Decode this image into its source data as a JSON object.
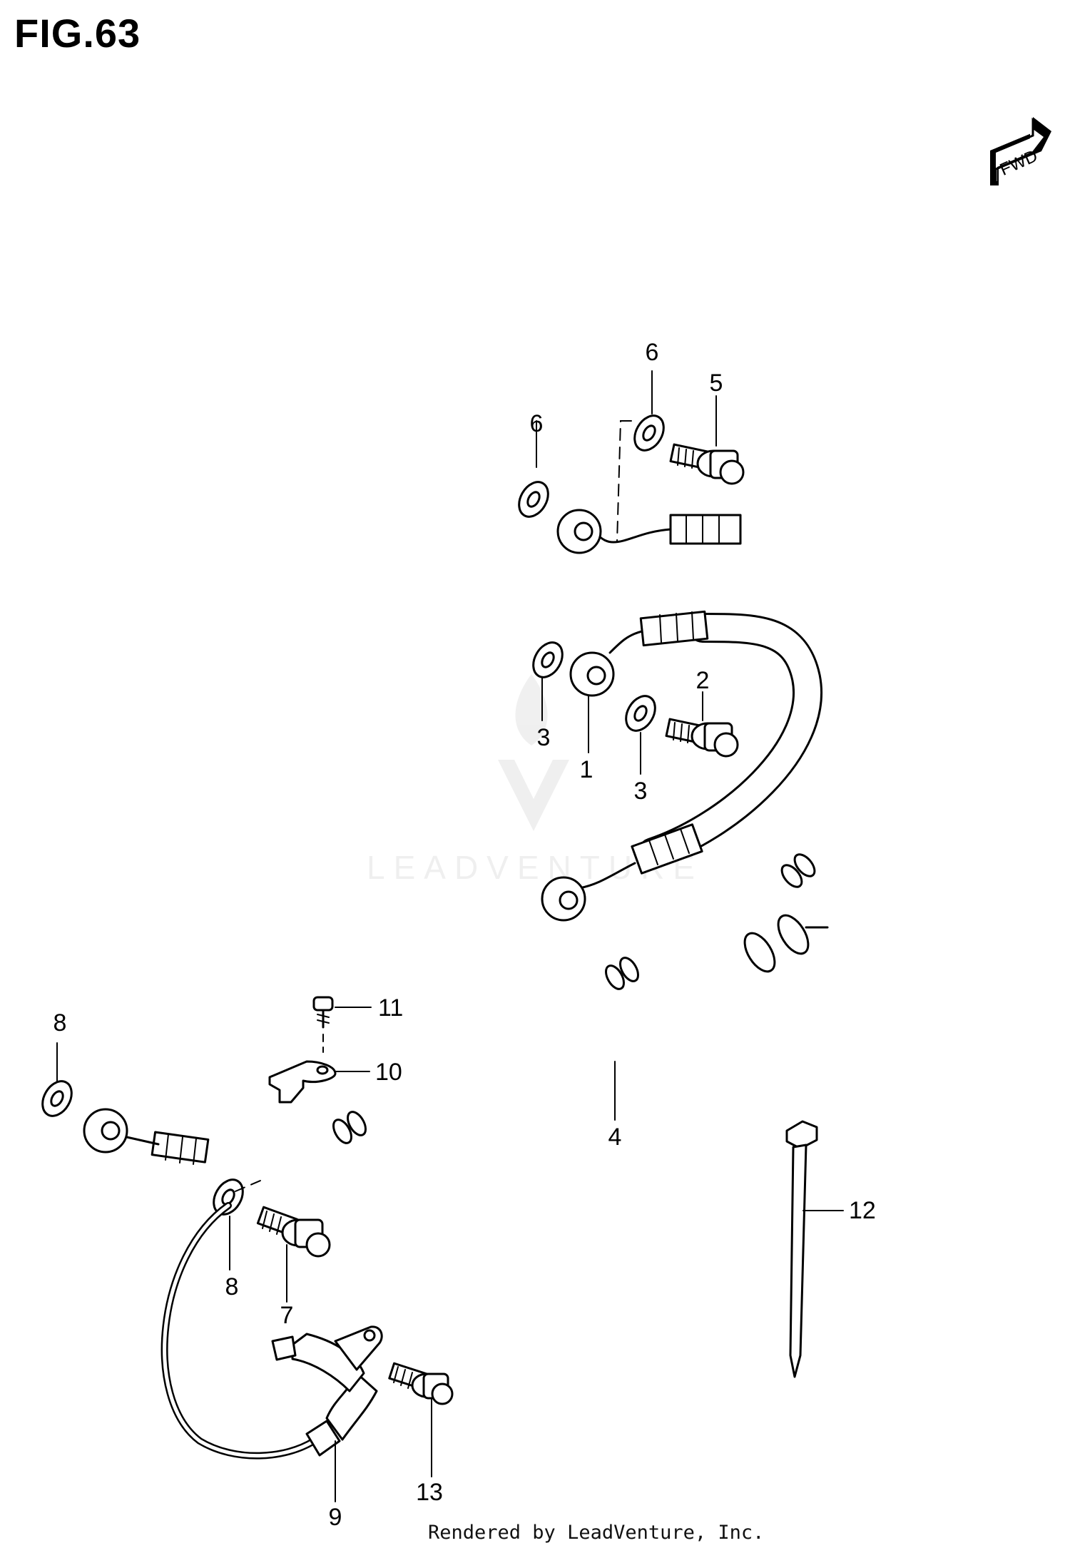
{
  "figure": {
    "title": "FIG.63"
  },
  "direction_badge": {
    "text": "FWD",
    "icon": "forward-arrow-icon"
  },
  "watermark": {
    "text": "LEADVENTURE"
  },
  "footer": {
    "text": "Rendered by LeadVenture, Inc."
  },
  "callouts": [
    {
      "id": "c1",
      "label": "1"
    },
    {
      "id": "c2",
      "label": "2"
    },
    {
      "id": "c3a",
      "label": "3"
    },
    {
      "id": "c3b",
      "label": "3"
    },
    {
      "id": "c4",
      "label": "4"
    },
    {
      "id": "c5",
      "label": "5"
    },
    {
      "id": "c6a",
      "label": "6"
    },
    {
      "id": "c6b",
      "label": "6"
    },
    {
      "id": "c7",
      "label": "7"
    },
    {
      "id": "c8a",
      "label": "8"
    },
    {
      "id": "c8b",
      "label": "8"
    },
    {
      "id": "c9",
      "label": "9"
    },
    {
      "id": "c10",
      "label": "10"
    },
    {
      "id": "c11",
      "label": "11"
    },
    {
      "id": "c12",
      "label": "12"
    },
    {
      "id": "c13",
      "label": "13"
    }
  ]
}
